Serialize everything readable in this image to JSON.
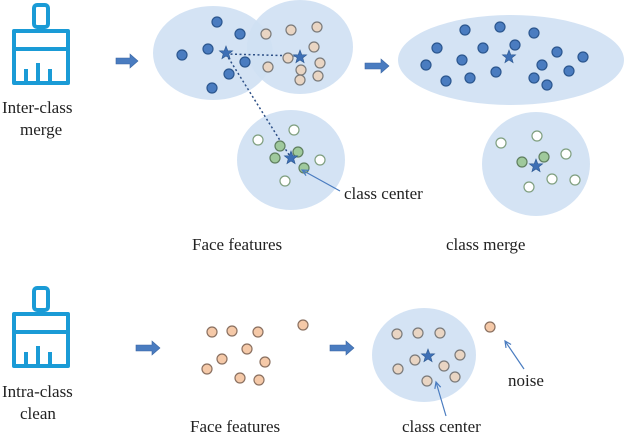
{
  "labels": {
    "inter_class_line1": "Inter-class",
    "inter_class_line2": "merge",
    "intra_class_line1": "Intra-class",
    "intra_class_line2": "clean",
    "face_features_top": "Face features",
    "class_merge": "class merge",
    "class_center_top": "class center",
    "face_features_bottom": "Face features",
    "class_center_bottom": "class center",
    "noise": "noise"
  },
  "icons": {
    "top": "broom-icon",
    "bottom": "broom-icon"
  },
  "colors": {
    "icon": "#1a9bd6",
    "cluster_fill": "#cfe0f3",
    "blue_point_fill": "#4a7cc0",
    "blue_point_stroke": "#2c578f",
    "beige_point_fill": "#e9d5c3",
    "beige_point_stroke": "#7a7a7a",
    "green_point_fill": "#9fc99c",
    "green_point_stroke": "#5f7f5f",
    "white_point_fill": "#ffffff",
    "white_point_stroke": "#7f9f7f",
    "peach_point_fill": "#f5c9a8",
    "peach_point_stroke": "#8a7060",
    "arrow": "#4a7cc0",
    "star": "#3d6fb5",
    "text": "#222222"
  }
}
